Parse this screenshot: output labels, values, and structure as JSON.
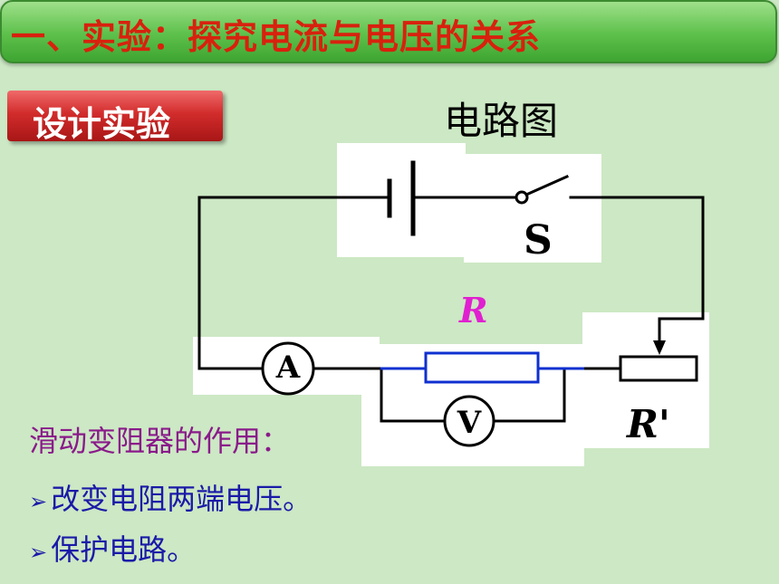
{
  "header": {
    "title": "一、实验：探究电流与电压的关系"
  },
  "section": {
    "label": "设计实验"
  },
  "diagram": {
    "title": "电路图",
    "resistor_label": "R",
    "switch_label": "S",
    "rheostat_label": "R'",
    "ammeter_label": "A",
    "voltmeter_label": "V"
  },
  "notes": {
    "heading": "滑动变阻器的作用：",
    "bullets": [
      {
        "mark": "➢",
        "text": "改变电阻两端电压。"
      },
      {
        "mark": "➢",
        "text": "保护电路。"
      }
    ]
  },
  "colors": {
    "title_text": "#d8210e",
    "title_bar": "#5cc04a",
    "section_box": "#d22c2c",
    "resistor": "#1030d0",
    "resistor_label": "#e020d0",
    "notes_heading": "#8a1a8a",
    "notes_bullets": "#1a1aa8"
  }
}
